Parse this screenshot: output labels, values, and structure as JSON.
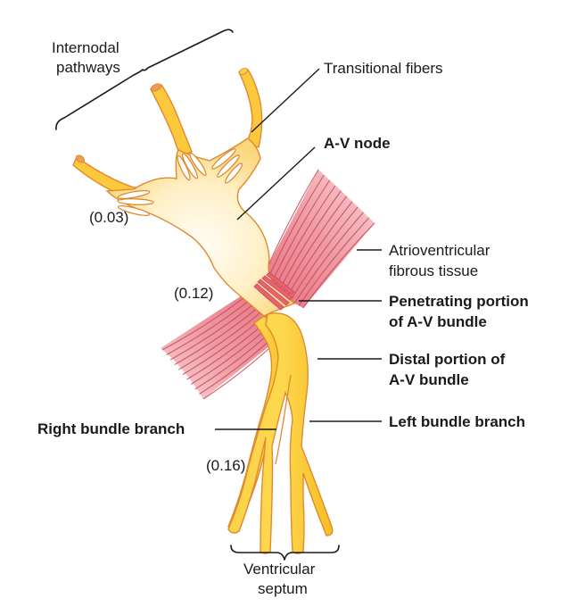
{
  "figure": {
    "subject": "Cardiac conduction: A-V node and A-V bundle",
    "labels": {
      "internodal_line1": "Internodal",
      "internodal_line2": "pathways",
      "transitional_fibers": "Transitional fibers",
      "av_node": "A-V node",
      "atrioventricular_line1": "Atrioventricular",
      "atrioventricular_line2": "fibrous tissue",
      "penetrating_line1": "Penetrating portion",
      "penetrating_line2": "of A-V bundle",
      "distal_line1": "Distal portion of",
      "distal_line2": "A-V bundle",
      "left_bundle": "Left bundle branch",
      "right_bundle": "Right bundle branch",
      "septum_line1": "Ventricular",
      "septum_line2": "septum"
    },
    "timings": {
      "t1": "(0.03)",
      "t2": "(0.12)",
      "t3": "(0.16)"
    },
    "colors": {
      "node_fill_light": "#fff8e6",
      "node_fill": "#fde3a0",
      "pathway_fill": "#fcc83c",
      "bundle_fill": "#fbc52a",
      "outline": "#e08a30",
      "fibrous_tissue": "#e57580",
      "fibrous_tissue_light": "#f6c7cc",
      "text": "#1a1a1a"
    }
  }
}
